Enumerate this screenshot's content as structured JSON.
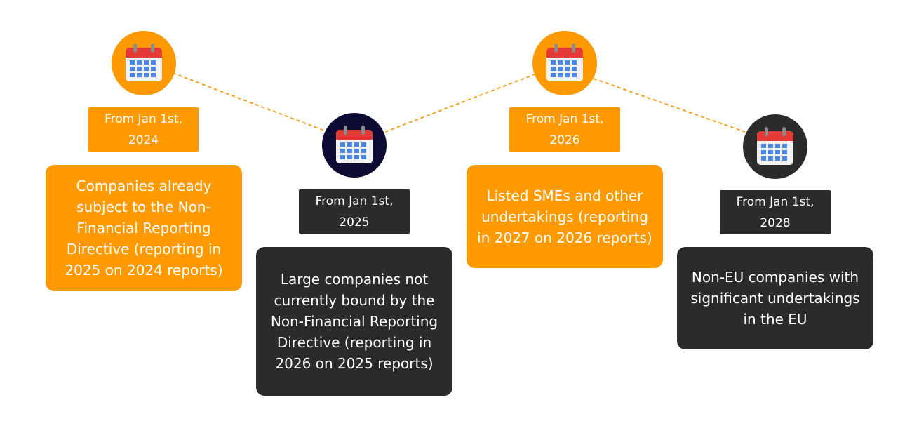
{
  "colors": {
    "orange": "#FF9900",
    "dark": "#2B2B2B",
    "navy": "#0B0B33",
    "connector": "#F5A21F"
  },
  "icon": "calendar-icon",
  "steps": [
    {
      "date": "From Jan 1st, 2024",
      "description": "Companies already subject to the Non-Financial Reporting Directive (reporting in 2025 on 2024 reports)"
    },
    {
      "date": "From Jan 1st, 2025",
      "description": "Large companies not currently bound by the Non-Financial Reporting Directive (reporting in 2026 on 2025 reports)"
    },
    {
      "date": "From Jan 1st, 2026",
      "description": "Listed SMEs and other undertakings (reporting in 2027 on 2026 reports)"
    },
    {
      "date": "From Jan 1st, 2028",
      "description": "Non-EU companies with significant undertakings in the EU"
    }
  ]
}
